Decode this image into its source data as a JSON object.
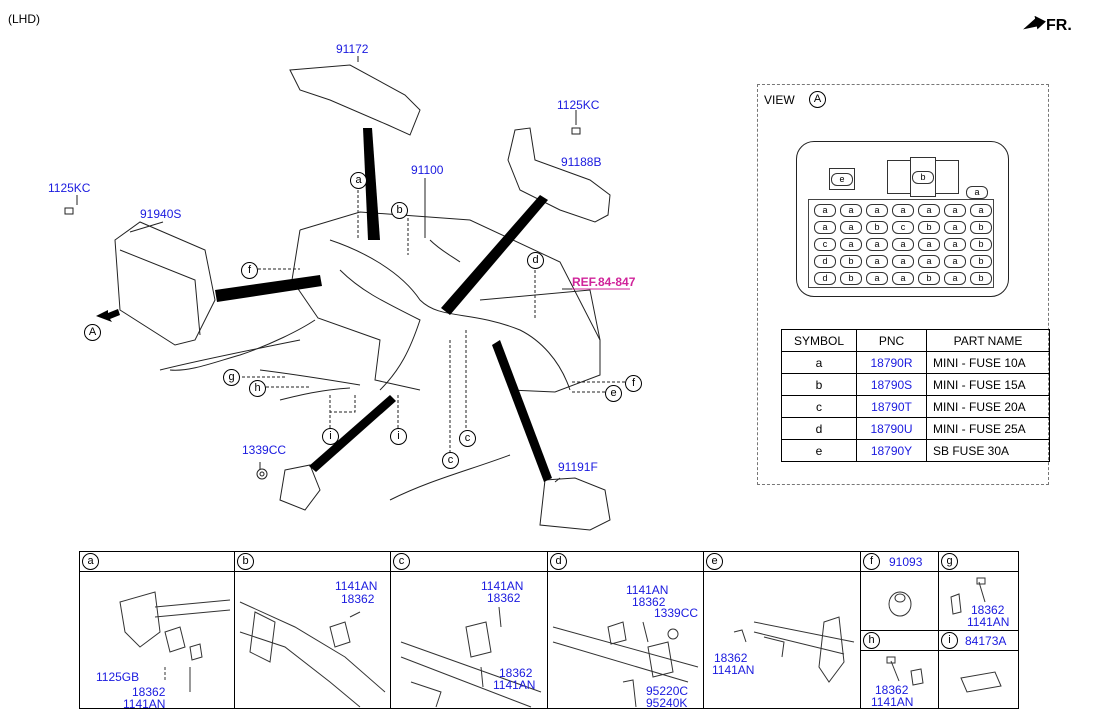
{
  "header": {
    "variant": "(LHD)",
    "direction": "FR."
  },
  "main_parts": {
    "p91172": "91172",
    "p1125kc_top": "1125KC",
    "p91188b": "91188B",
    "p91100": "91100",
    "p1125kc_left": "1125KC",
    "p91940s": "91940S",
    "p1339cc": "1339CC",
    "p91191f": "91191F",
    "ref": "REF.84-847"
  },
  "callouts": {
    "a": "a",
    "b": "b",
    "c": "c",
    "d": "d",
    "e": "e",
    "f": "f",
    "g": "g",
    "h": "h",
    "i": "i",
    "A": "A"
  },
  "view": {
    "title": "VIEW",
    "marker": "A",
    "relay_e": "e",
    "relay_b": "b",
    "col_marker": "a",
    "grid": [
      [
        "a",
        "a",
        "a",
        "a",
        "a",
        "a",
        "a"
      ],
      [
        "a",
        "a",
        "b",
        "c",
        "b",
        "a",
        "b"
      ],
      [
        "c",
        "a",
        "a",
        "a",
        "a",
        "a",
        "b"
      ],
      [
        "d",
        "b",
        "a",
        "a",
        "a",
        "a",
        "b"
      ],
      [
        "d",
        "b",
        "a",
        "a",
        "b",
        "a",
        "b"
      ]
    ]
  },
  "parts_table": {
    "headers": [
      "SYMBOL",
      "PNC",
      "PART NAME"
    ],
    "rows": [
      {
        "symbol": "a",
        "pnc": "18790R",
        "name": "MINI - FUSE 10A"
      },
      {
        "symbol": "b",
        "pnc": "18790S",
        "name": "MINI - FUSE 15A"
      },
      {
        "symbol": "c",
        "pnc": "18790T",
        "name": "MINI - FUSE 20A"
      },
      {
        "symbol": "d",
        "pnc": "18790U",
        "name": "MINI - FUSE 25A"
      },
      {
        "symbol": "e",
        "pnc": "18790Y",
        "name": "SB FUSE 30A"
      }
    ]
  },
  "details": {
    "a": {
      "label": "a",
      "parts": [
        "1125GB",
        "18362",
        "1141AN"
      ]
    },
    "b": {
      "label": "b",
      "parts": [
        "1141AN",
        "18362"
      ]
    },
    "c": {
      "label": "c",
      "parts": [
        "1141AN",
        "18362",
        "18362",
        "1141AN"
      ]
    },
    "d": {
      "label": "d",
      "parts": [
        "1141AN",
        "18362",
        "1339CC",
        "95220C",
        "95240K"
      ]
    },
    "e": {
      "label": "e",
      "parts": [
        "18362",
        "1141AN"
      ]
    },
    "f": {
      "label": "f",
      "pnc": "91093"
    },
    "g": {
      "label": "g",
      "parts": [
        "18362",
        "1141AN"
      ]
    },
    "h": {
      "label": "h",
      "parts": [
        "18362",
        "1141AN"
      ]
    },
    "i": {
      "label": "i",
      "pnc": "84173A"
    }
  }
}
